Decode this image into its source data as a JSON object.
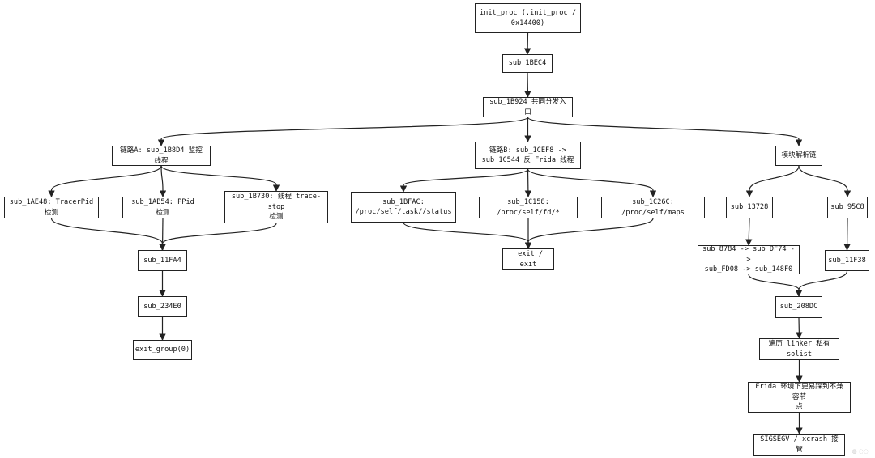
{
  "nodes": {
    "init_proc": "init_proc (.init_proc /\n0x14400)",
    "sub_1bec4": "sub_1BEC4",
    "sub_1b924": "sub_1B924 共同分发入口",
    "chain_a": "链路A: sub_1B8D4 监控线程",
    "chain_b": "链路B: sub_1CEF8 ->\nsub_1C544 反 Frida 线程",
    "module_chain": "模块解析链",
    "sub_1ae48": "sub_1AE48: TracerPid 检测",
    "sub_1ab54": "sub_1AB54: PPid 检测",
    "sub_1b730": "sub_1B730: 线程 trace-stop\n检测",
    "sub_1bfac": "sub_1BFAC:\n/proc/self/task//status",
    "sub_1c158": "sub_1C158: /proc/self/fd/*",
    "sub_1c26c": "sub_1C26C: /proc/self/maps",
    "sub_13728": "sub_13728",
    "sub_95c8": "sub_95C8",
    "sub_11fa4": "sub_11FA4",
    "exit": "_exit / exit",
    "sub_8784": "sub_8784 -> sub_DF74 ->\nsub_FD08 -> sub_148F0",
    "sub_11f38": "sub_11F38",
    "sub_234e0": "sub_234E0",
    "sub_208dc": "sub_208DC",
    "exit_group": "exit_group(0)",
    "soinfo": "遍历 linker 私有 solist",
    "frida_env": "Frida 环境下更易踩到不兼容节\n点",
    "sigsegv": "SIGSEGV / xcrash 接管"
  },
  "edges": [
    [
      "init_proc",
      "sub_1bec4"
    ],
    [
      "sub_1bec4",
      "sub_1b924"
    ],
    [
      "sub_1b924",
      "chain_a"
    ],
    [
      "sub_1b924",
      "chain_b"
    ],
    [
      "sub_1b924",
      "module_chain"
    ],
    [
      "chain_a",
      "sub_1ae48"
    ],
    [
      "chain_a",
      "sub_1ab54"
    ],
    [
      "chain_a",
      "sub_1b730"
    ],
    [
      "sub_1ae48",
      "sub_11fa4"
    ],
    [
      "sub_1ab54",
      "sub_11fa4"
    ],
    [
      "sub_1b730",
      "sub_11fa4"
    ],
    [
      "sub_11fa4",
      "sub_234e0"
    ],
    [
      "sub_234e0",
      "exit_group"
    ],
    [
      "chain_b",
      "sub_1bfac"
    ],
    [
      "chain_b",
      "sub_1c158"
    ],
    [
      "chain_b",
      "sub_1c26c"
    ],
    [
      "sub_1bfac",
      "exit"
    ],
    [
      "sub_1c158",
      "exit"
    ],
    [
      "sub_1c26c",
      "exit"
    ],
    [
      "module_chain",
      "sub_13728"
    ],
    [
      "module_chain",
      "sub_95c8"
    ],
    [
      "sub_13728",
      "sub_8784"
    ],
    [
      "sub_95c8",
      "sub_11f38"
    ],
    [
      "sub_8784",
      "sub_208dc"
    ],
    [
      "sub_11f38",
      "sub_208dc"
    ],
    [
      "sub_208dc",
      "soinfo"
    ],
    [
      "soinfo",
      "frida_env"
    ],
    [
      "frida_env",
      "sigsegv"
    ]
  ],
  "colors": {
    "stroke": "#222222",
    "background": "#ffffff"
  }
}
